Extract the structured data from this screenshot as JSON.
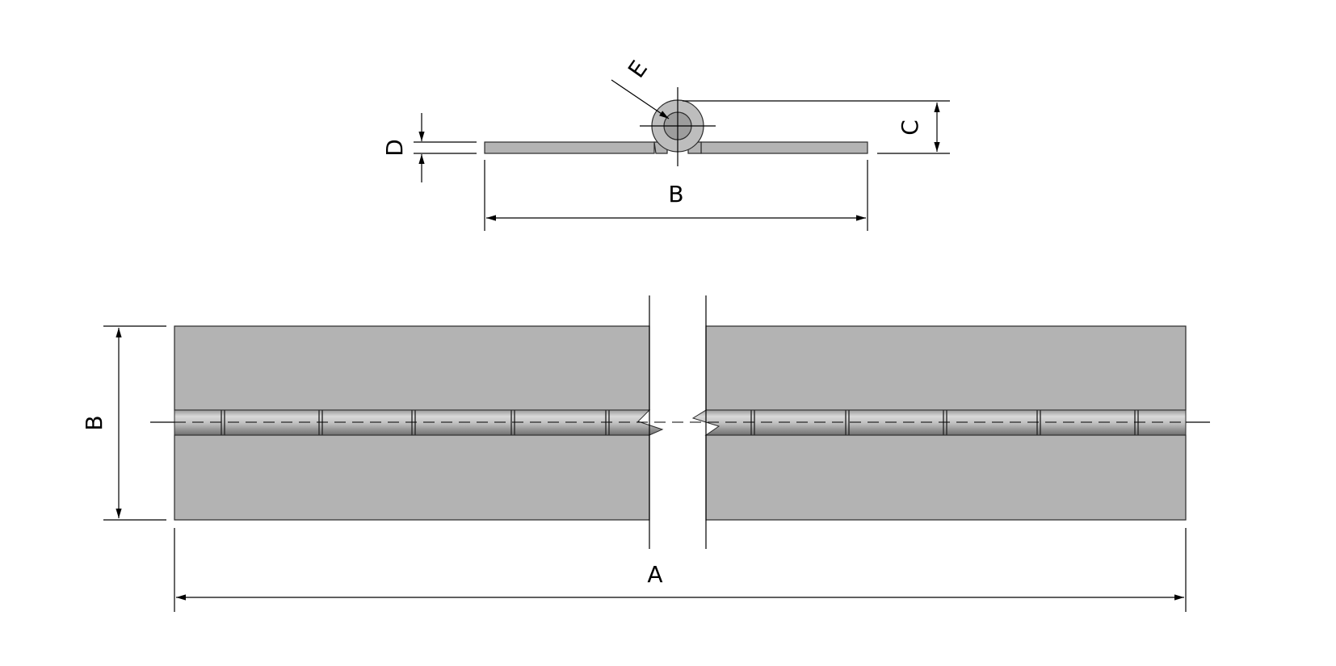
{
  "labels": {
    "length": "A",
    "width_top": "B",
    "width_side": "B",
    "height": "C",
    "thickness": "D",
    "pin": "E"
  },
  "colors": {
    "plate": "#b3b3b3",
    "knuckle_light": "#d6d6d6",
    "knuckle_dark": "#7a7a7a",
    "line": "#000000"
  }
}
